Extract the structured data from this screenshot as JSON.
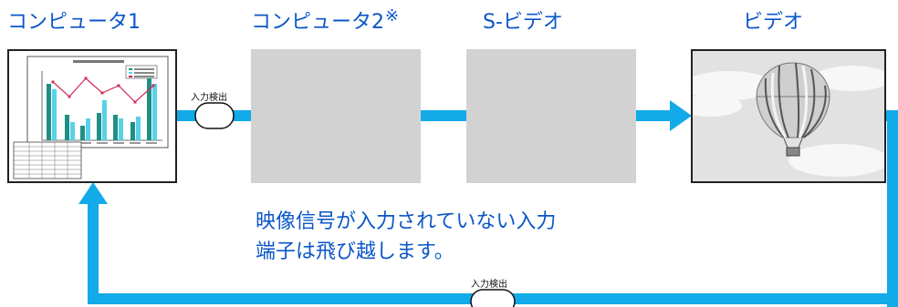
{
  "sources": [
    {
      "label": "コンピュータ1"
    },
    {
      "label": "コンピュータ2",
      "note_mark": "※"
    },
    {
      "label": "S-ビデオ"
    },
    {
      "label": "ビデオ"
    }
  ],
  "detect_button_label": "入力検出",
  "caption": [
    "映像信号が入力されていない入力",
    "端子は飛び越します。"
  ],
  "colors": {
    "accent": "#12aae8",
    "label_text": "#0a56c8",
    "panel_gray": "#d2d2d2"
  }
}
